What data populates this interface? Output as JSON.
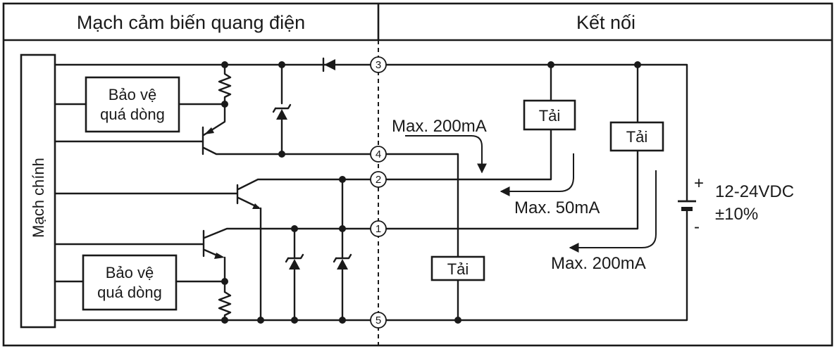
{
  "header": {
    "left_title": "Mạch cảm biến quang điện",
    "right_title": "Kết nối"
  },
  "main_circuit": {
    "label": "Mạch chính"
  },
  "protection_blocks": [
    {
      "line1": "Bảo vệ",
      "line2": "quá dòng"
    },
    {
      "line1": "Bảo vệ",
      "line2": "quá dòng"
    }
  ],
  "terminals": [
    "3",
    "4",
    "2",
    "1",
    "5"
  ],
  "loads": [
    "Tải",
    "Tải",
    "Tải"
  ],
  "currents": {
    "upper": "Max. 200mA",
    "middle": "Max. 50mA",
    "lower": "Max. 200mA"
  },
  "supply": {
    "plus": "+",
    "minus": "-",
    "voltage": "12-24VDC",
    "tolerance": "±10%"
  }
}
